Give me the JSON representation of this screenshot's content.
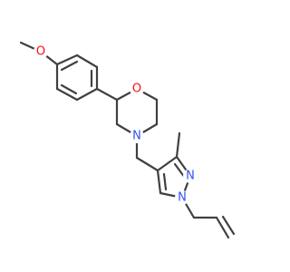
{
  "molecule": {
    "atoms": {
      "methoxy_o": {
        "label": "O",
        "color": "#ff0d0d"
      },
      "ring_o": {
        "label": "O",
        "color": "#ff0d0d"
      },
      "morpholine_n": {
        "label": "N",
        "color": "#3050f8"
      },
      "pyrazole_n2": {
        "label": "N",
        "color": "#3050f8"
      },
      "pyrazole_n1": {
        "label": "N",
        "color": "#3050f8"
      }
    },
    "bond_color": "#404040",
    "background": "#ffffff"
  }
}
